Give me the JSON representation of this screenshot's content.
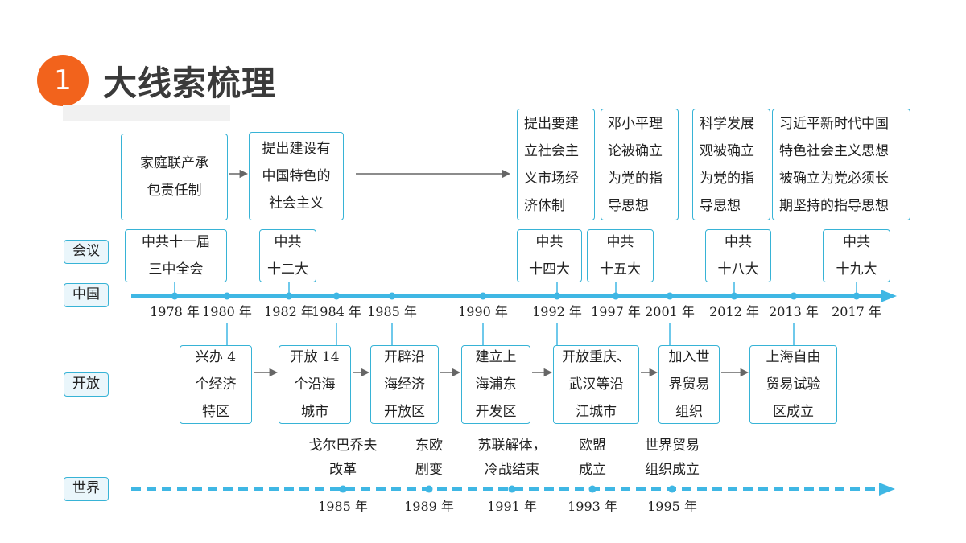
{
  "header": {
    "number": "1",
    "title": "大线索梳理"
  },
  "labels": {
    "meeting": "会议",
    "china": "中国",
    "open": "开放",
    "world": "世界"
  },
  "top_boxes": [
    [
      "家庭联产承",
      "包责任制"
    ],
    [
      "提出建设有",
      "中国特色的",
      "社会主义"
    ],
    [
      "提出要建",
      "立社会主",
      "义市场经",
      "济体制"
    ],
    [
      "邓小平理",
      "论被确立",
      "为党的指",
      "导思想"
    ],
    [
      "科学发展",
      "观被确立",
      "为党的指",
      "导思想"
    ],
    [
      "习近平新时代中国",
      "特色社会主义思想",
      "被确立为党必须长",
      "期坚持的指导思想"
    ]
  ],
  "meetings": [
    [
      "中共十一届",
      "三中全会"
    ],
    [
      "中共",
      "十二大"
    ],
    [
      "中共",
      "十四大"
    ],
    [
      "中共",
      "十五大"
    ],
    [
      "中共",
      "十八大"
    ],
    [
      "中共",
      "十九大"
    ]
  ],
  "china_years": [
    "1978 年",
    "1980 年",
    "1982 年",
    "1984 年",
    "1985 年",
    "1990 年",
    "1992 年",
    "1997 年",
    "2001 年",
    "2012 年",
    "2013 年",
    "2017 年"
  ],
  "open_boxes": [
    [
      "兴办 4",
      "个经济",
      "特区"
    ],
    [
      "开放 14",
      "个沿海",
      "城市"
    ],
    [
      "开辟沿",
      "海经济",
      "开放区"
    ],
    [
      "建立上",
      "海浦东",
      "开发区"
    ],
    [
      "开放重庆、",
      "武汉等沿",
      "江城市"
    ],
    [
      "加入世",
      "界贸易",
      "组织"
    ],
    [
      "上海自由",
      "贸易试验",
      "区成立"
    ]
  ],
  "world_events": [
    {
      "text": [
        "戈尔巴乔夫",
        "改革"
      ],
      "year": "1985 年"
    },
    {
      "text": [
        "东欧",
        "剧变"
      ],
      "year": "1989 年"
    },
    {
      "text": [
        "苏联解体，",
        "冷战结束"
      ],
      "year": "1991 年"
    },
    {
      "text": [
        "欧盟",
        "成立"
      ],
      "year": "1993 年"
    },
    {
      "text": [
        "世界贸易",
        "组织成立"
      ],
      "year": "1995 年"
    }
  ],
  "colors": {
    "accent": "#f2631c",
    "line": "#3fb7e4",
    "border": "#37b3d6"
  }
}
